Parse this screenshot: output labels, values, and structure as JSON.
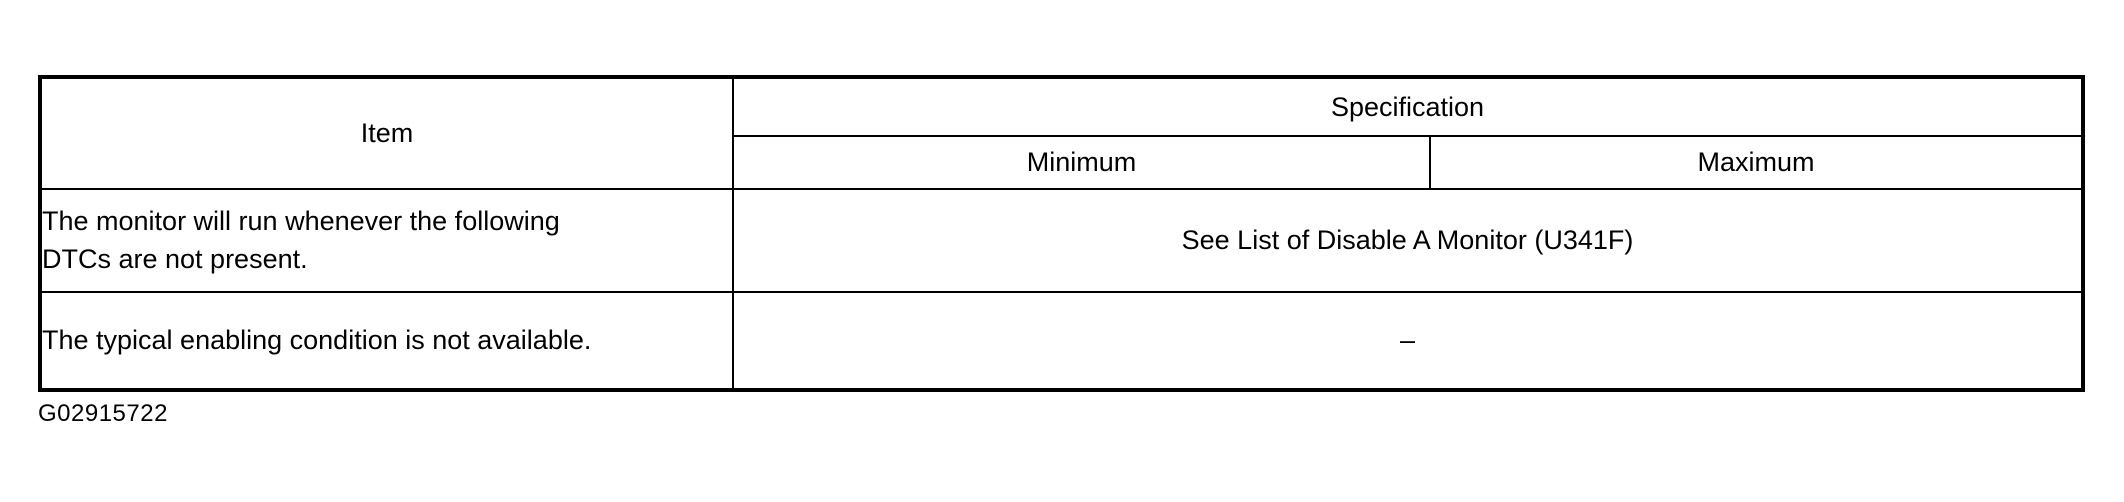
{
  "document": {
    "type": "service-manual-specification-table",
    "background_color": "#ffffff",
    "text_color": "#000000",
    "border_color": "#000000"
  },
  "table": {
    "headers": {
      "item": "Item",
      "specification": "Specification",
      "minimum": "Minimum",
      "maximum": "Maximum"
    },
    "rows": [
      {
        "item_lines": [
          "The monitor will run whenever the following",
          "DTCs are not present."
        ],
        "specification_value": "See List of Disable A Monitor (U341F)",
        "spans_specification": true
      },
      {
        "item_lines": [
          "The typical enabling condition is not available."
        ],
        "specification_value": "–",
        "spans_specification": true
      }
    ]
  },
  "caption": {
    "figure_id": "G02915722"
  }
}
